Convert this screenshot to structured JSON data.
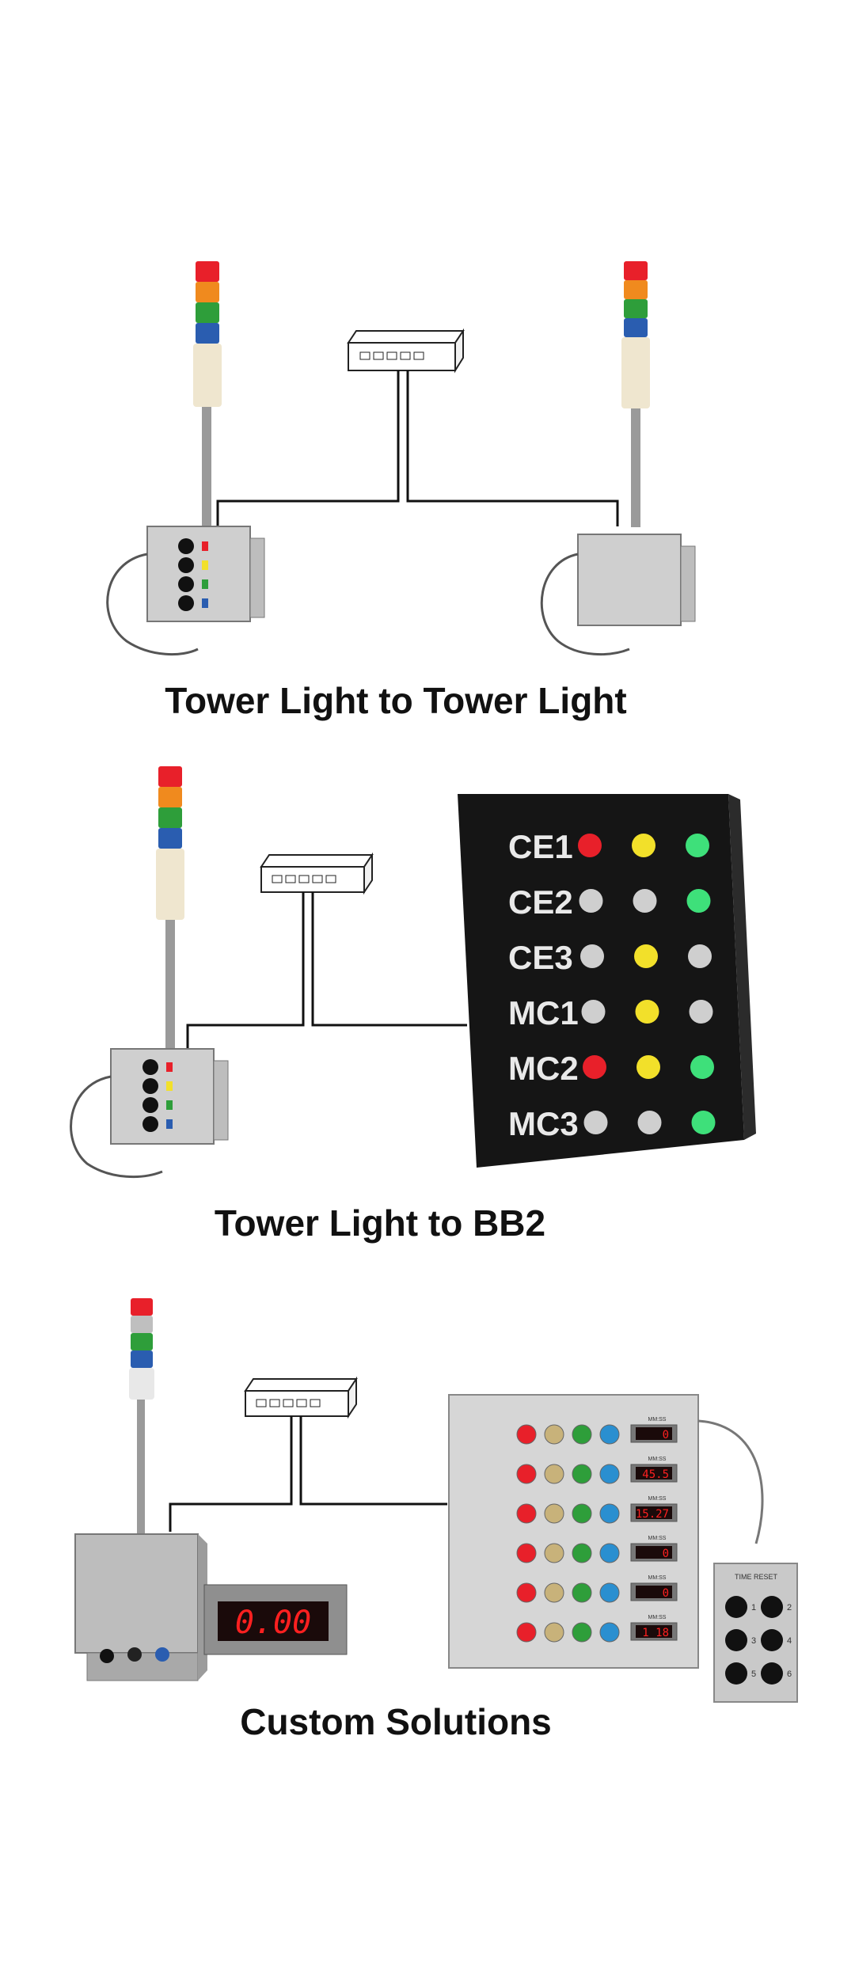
{
  "captions": {
    "scene1": "Tower Light to Tower Light",
    "scene2": "Tower Light to BB2",
    "scene3": "Custom Solutions"
  },
  "board": {
    "rows": [
      {
        "label": "CE1",
        "lights": [
          "red",
          "yellow",
          "green"
        ]
      },
      {
        "label": "CE2",
        "lights": [
          "off",
          "off",
          "green"
        ]
      },
      {
        "label": "CE3",
        "lights": [
          "off",
          "yellow",
          "off"
        ]
      },
      {
        "label": "MC1",
        "lights": [
          "off",
          "yellow",
          "off"
        ]
      },
      {
        "label": "MC2",
        "lights": [
          "red",
          "yellow",
          "green"
        ]
      },
      {
        "label": "MC3",
        "lights": [
          "off",
          "off",
          "green"
        ]
      }
    ]
  },
  "panel": {
    "header": "MM:SS",
    "readouts": [
      "0",
      "45.5",
      "15.27",
      "0",
      "0",
      "1 18"
    ]
  },
  "big_display": {
    "value": "0.00"
  },
  "keypad": {
    "title": "TIME RESET",
    "keys": [
      "1",
      "2",
      "3",
      "4",
      "5",
      "6"
    ]
  },
  "colors": {
    "red": "#e8202a",
    "amber": "#f08a1e",
    "green": "#2e9e3a",
    "blue": "#2a5db0",
    "yellow": "#f2e02a",
    "off": "#cfcfcf",
    "lit_green": "#3ee07a"
  }
}
